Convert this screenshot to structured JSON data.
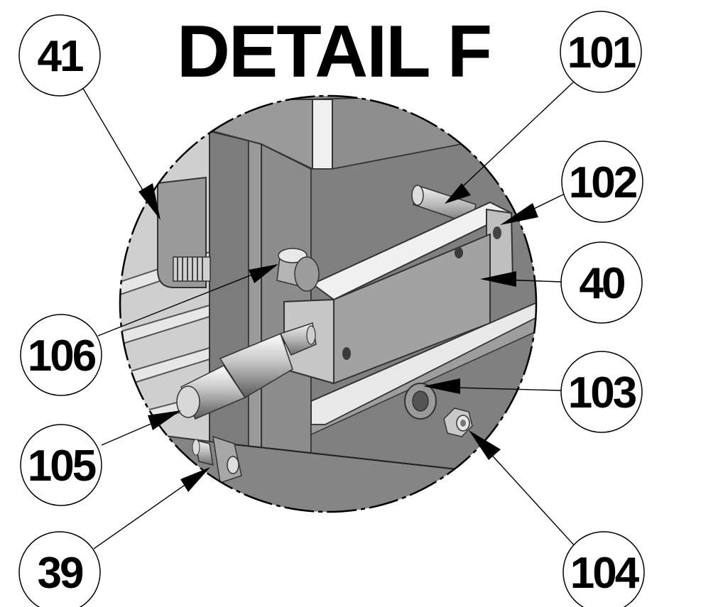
{
  "title": "DETAIL F",
  "callouts": [
    {
      "id": "41",
      "label": "41"
    },
    {
      "id": "101",
      "label": "101"
    },
    {
      "id": "102",
      "label": "102"
    },
    {
      "id": "40",
      "label": "40"
    },
    {
      "id": "106",
      "label": "106"
    },
    {
      "id": "103",
      "label": "103"
    },
    {
      "id": "105",
      "label": "105"
    },
    {
      "id": "104",
      "label": "104"
    },
    {
      "id": "39",
      "label": "39"
    }
  ]
}
